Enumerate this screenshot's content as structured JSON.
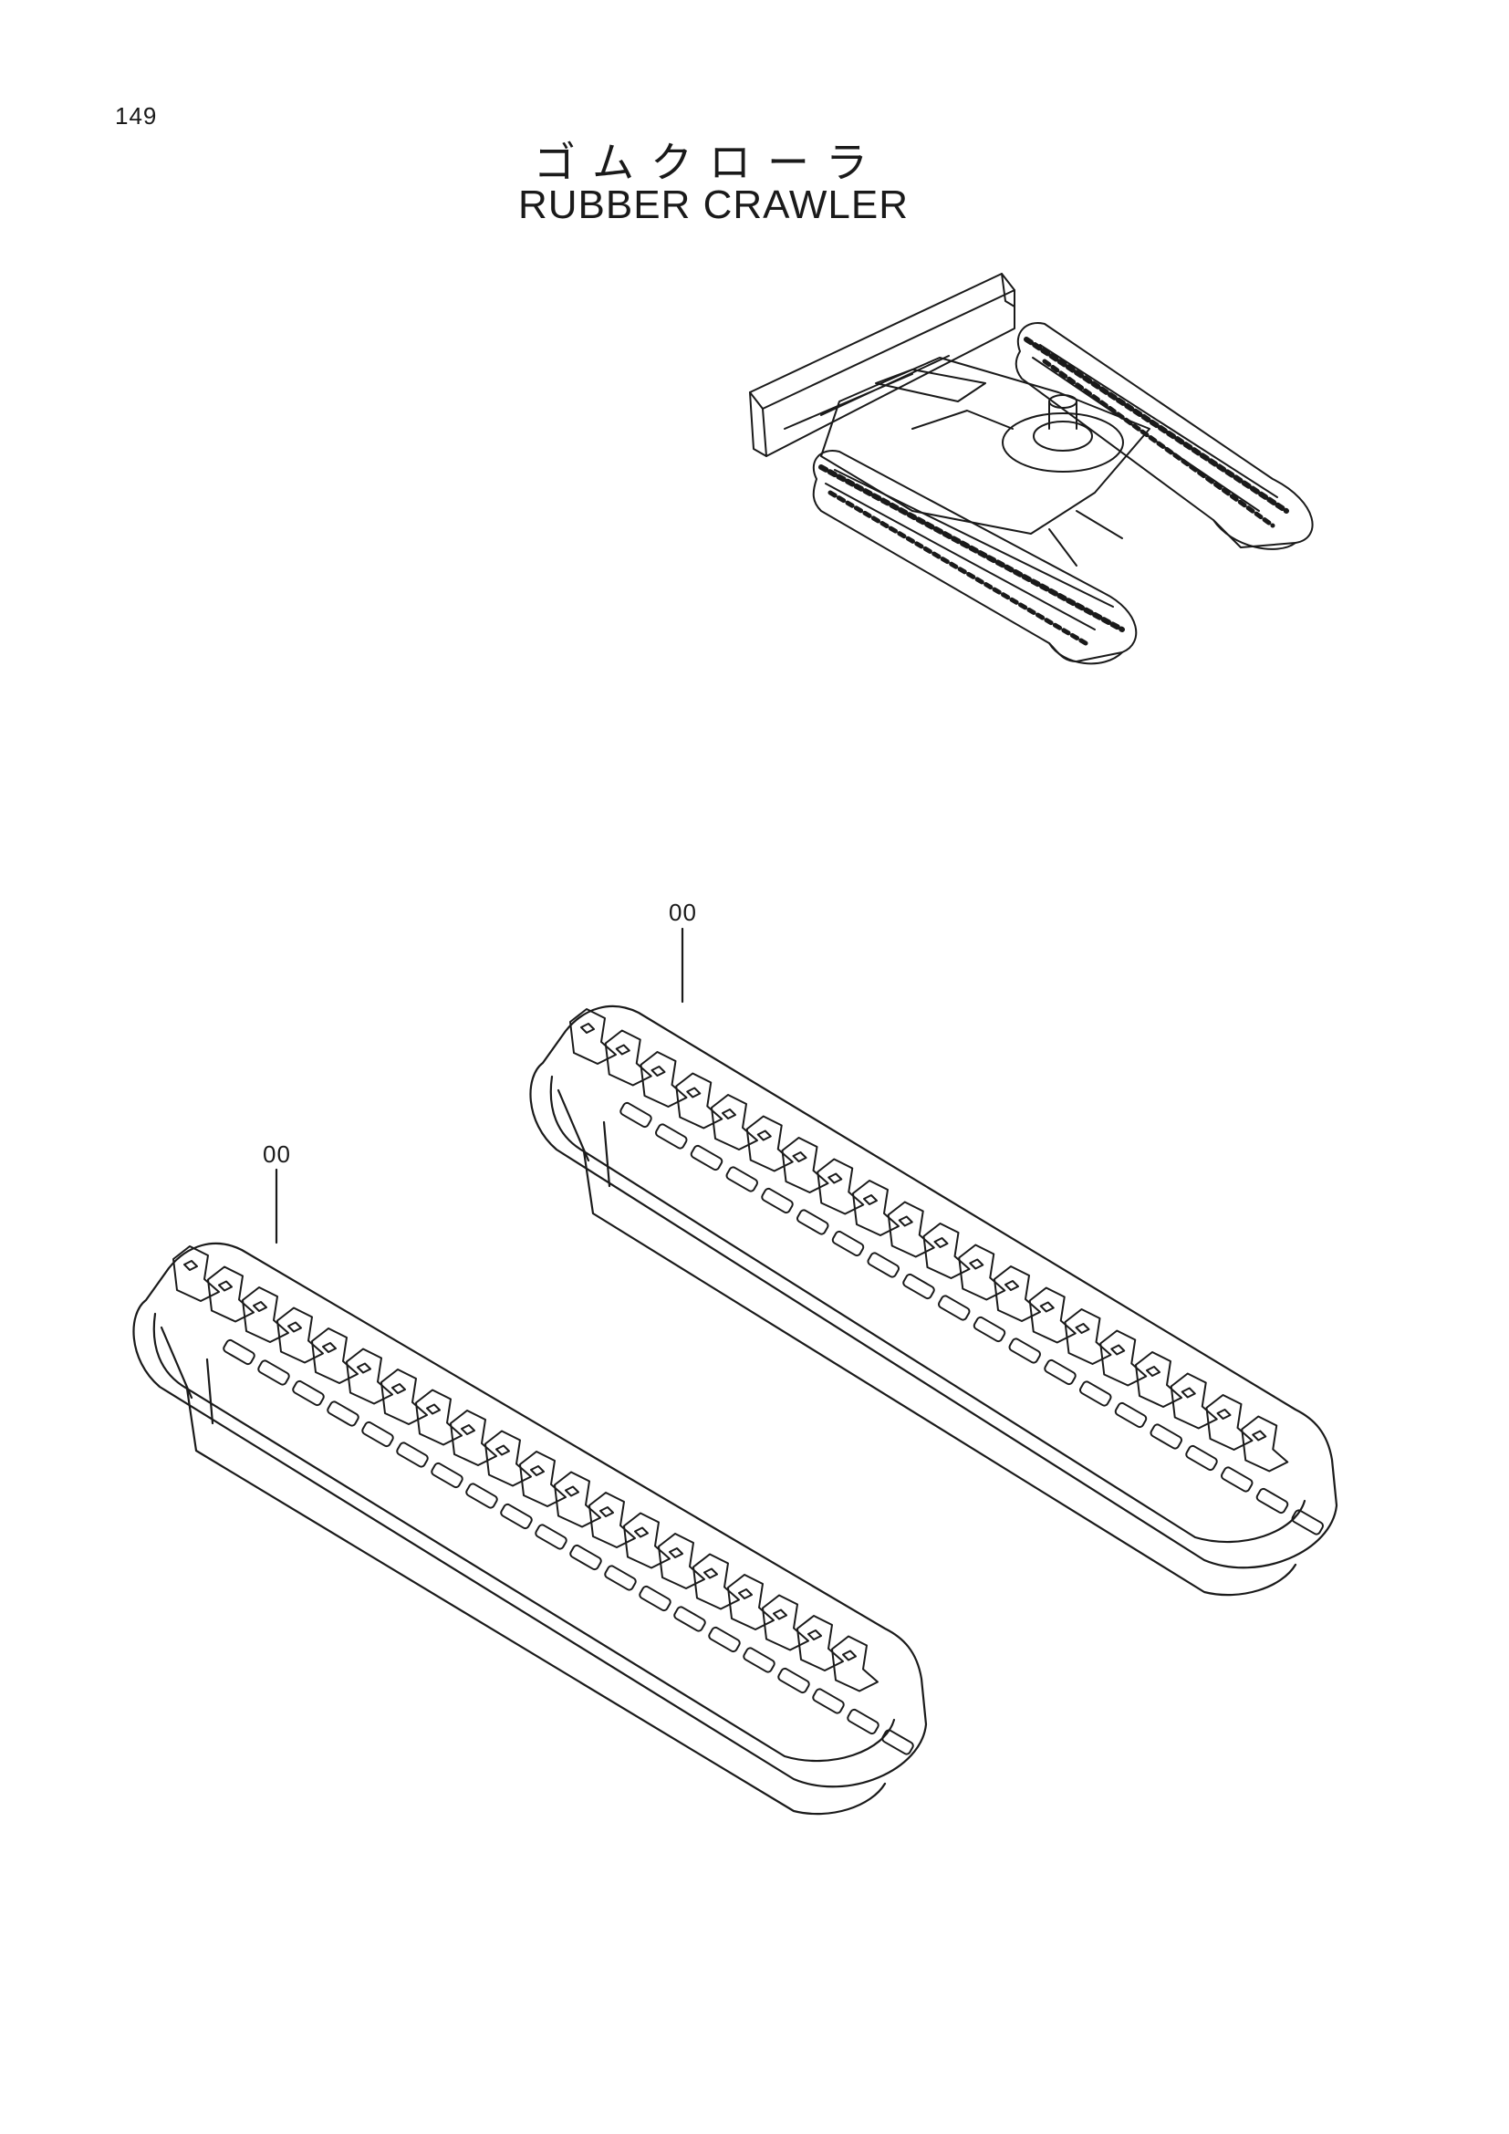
{
  "header": {
    "page_number": "149",
    "title_jp": "ゴムクローラ",
    "title_en": "RUBBER CRAWLER"
  },
  "callouts": [
    {
      "label": "00"
    },
    {
      "label": "00"
    }
  ],
  "colors": {
    "line": "#1a1a1a",
    "paper": "#ffffff"
  }
}
